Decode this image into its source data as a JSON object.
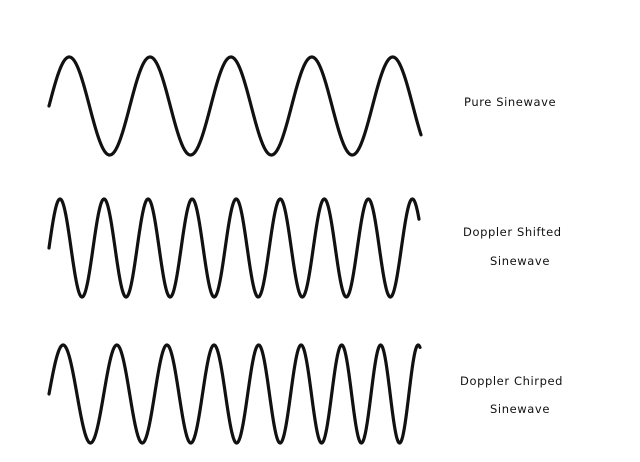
{
  "colors": {
    "stroke": "#111111",
    "background": "#ffffff"
  },
  "waves": [
    {
      "id": "pure",
      "label_lines": [
        "Pure Sinewave"
      ],
      "cycles": 4.6,
      "phase_start": "zero-rising",
      "chirp": 0
    },
    {
      "id": "doppler-shifted",
      "label_lines": [
        "Doppler Shifted",
        "Sinewave"
      ],
      "cycles": 8.4,
      "phase_start": "zero-rising",
      "chirp": 0
    },
    {
      "id": "doppler-chirped",
      "label_lines": [
        "Doppler Chirped",
        "Sinewave"
      ],
      "cycles": 8.3,
      "phase_start": "zero-rising",
      "chirp": 0.55
    }
  ]
}
